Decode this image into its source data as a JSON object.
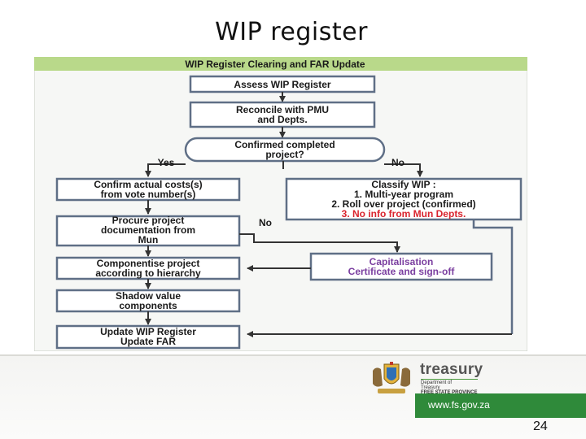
{
  "slide": {
    "title": "WIP register",
    "page_number": "24"
  },
  "colors": {
    "header_bg": "#b9d98a",
    "box_border": "#5f6f86",
    "box_bg": "#ffffff",
    "highlight_text": "#d9232d",
    "capitalisation_text": "#7b3fa0",
    "footer_green": "#2f8a3a"
  },
  "flowchart": {
    "header": "WIP Register Clearing and FAR Update",
    "steps": {
      "assess": "Assess WIP Register",
      "reconcile": [
        "Reconcile with PMU",
        "and Depts."
      ],
      "decision": [
        "Confirmed completed",
        "project?"
      ],
      "yes": "Yes",
      "no_right": "No",
      "confirm_costs": [
        "Confirm actual costs(s)",
        "from vote number(s)"
      ],
      "classify": {
        "title": "Classify WIP :",
        "items": [
          "1. Multi-year program",
          "2. Roll over project (confirmed)",
          "3. No info from Mun Depts."
        ]
      },
      "procure": [
        "Procure project",
        "documentation from",
        "Mun"
      ],
      "no_mid": "No",
      "componentise": [
        "Componentise project",
        "according to hierarchy"
      ],
      "capitalisation": [
        "Capitalisation",
        "Certificate and sign-off"
      ],
      "shadow": [
        "Shadow value",
        "components"
      ],
      "update": [
        "Update WIP Register",
        "Update FAR"
      ]
    }
  },
  "footer": {
    "brand": "treasury",
    "dept_lines": [
      "Department of",
      "Treasury",
      "FREE STATE PROVINCE"
    ],
    "website": "www.fs.gov.za",
    "crest_icon": "coat-of-arms-icon"
  }
}
